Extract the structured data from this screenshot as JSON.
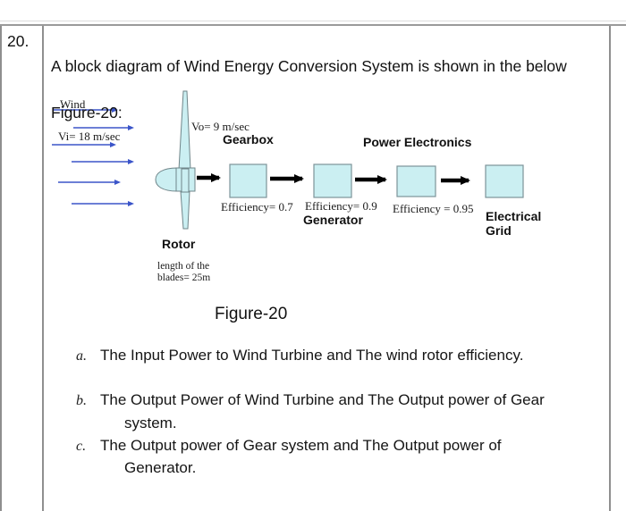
{
  "question": {
    "number": "20.",
    "intro_line1": "A block diagram of Wind Energy Conversion System is shown in the below",
    "intro_line2": "Figure-20:"
  },
  "diagram": {
    "wind_label": "Wind",
    "inlet_speed": "Vi= 18 m/sec",
    "outlet_speed": "Vo= 9 m/sec",
    "rotor_label": "Rotor",
    "blade_length": "length of the\nblades= 25m",
    "blocks": [
      {
        "label": "Gearbox",
        "efficiency": "Efficiency= 0.7"
      },
      {
        "label": "Generator",
        "efficiency": "Efficiency= 0.9"
      },
      {
        "label": "Power Electronics",
        "efficiency": "Efficiency = 0.95"
      },
      {
        "label": "Electrical\nGrid",
        "efficiency": ""
      }
    ]
  },
  "caption": "Figure-20",
  "items": [
    {
      "letter": "a.",
      "text": "The Input Power to Wind Turbine and The wind rotor efficiency.",
      "text2": ""
    },
    {
      "letter": "b.",
      "text": "The Output Power of Wind Turbine and The Output power of Gear",
      "text2": "system."
    },
    {
      "letter": "c.",
      "text": "The Output power of Gear system and The Output power of",
      "text2": "Generator."
    }
  ],
  "colors": {
    "block_fill": "#cbeff2",
    "block_stroke": "#7d9499",
    "wind_arrow_blue": "#3b55c9",
    "flow_arrow_black": "#000000",
    "table_line_gray": "#8f8f8f"
  }
}
